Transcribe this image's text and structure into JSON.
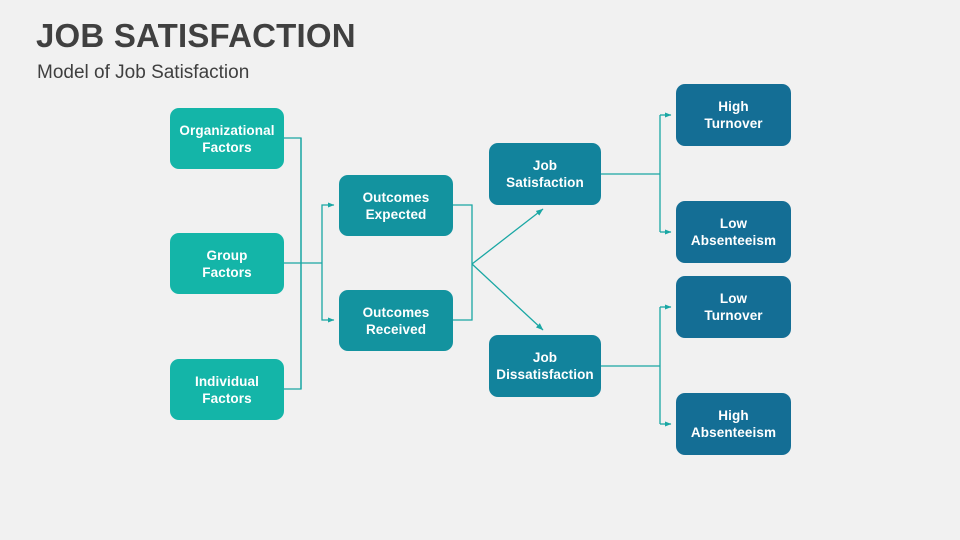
{
  "slide": {
    "title": "JOB SATISFACTION",
    "subtitle": "Model of Job Satisfaction",
    "background_color": "#f1f1f1",
    "title_color": "#404040"
  },
  "palette": {
    "input_teal": "#14b5a8",
    "mid_teal": "#13939f",
    "state_teal": "#12839c",
    "outcome_blue": "#146e95",
    "connector_line": "#1aa7a4"
  },
  "diagram": {
    "type": "flow-diagram",
    "columns": [
      {
        "name": "inputs",
        "nodes": [
          {
            "id": "organizational-factors",
            "label": "Organizational\nFactors",
            "line1": "Organizational",
            "line2": "Factors"
          },
          {
            "id": "group-factors",
            "label": "Group\nFactors",
            "line1": "Group",
            "line2": "Factors"
          },
          {
            "id": "individual-factors",
            "label": "Individual\nFactors",
            "line1": "Individual",
            "line2": "Factors"
          }
        ]
      },
      {
        "name": "outcomes",
        "nodes": [
          {
            "id": "outcomes-expected",
            "label": "Outcomes\nExpected",
            "line1": "Outcomes",
            "line2": "Expected"
          },
          {
            "id": "outcomes-received",
            "label": "Outcomes\nReceived",
            "line1": "Outcomes",
            "line2": "Received"
          }
        ]
      },
      {
        "name": "states",
        "nodes": [
          {
            "id": "job-satisfaction",
            "label": "Job\nSatisfaction",
            "line1": "Job",
            "line2": "Satisfaction"
          },
          {
            "id": "job-dissatisfaction",
            "label": "Job\nDissatisfaction",
            "line1": "Job",
            "line2": "Dissatisfaction"
          }
        ]
      },
      {
        "name": "results",
        "nodes": [
          {
            "id": "high-turnover",
            "label": "High\nTurnover",
            "line1": "High",
            "line2": "Turnover"
          },
          {
            "id": "low-absenteeism",
            "label": "Low\nAbsenteeism",
            "line1": "Low",
            "line2": "Absenteeism"
          },
          {
            "id": "low-turnover",
            "label": "Low\nTurnover",
            "line1": "Low",
            "line2": "Turnover"
          },
          {
            "id": "high-absenteeism",
            "label": "High\nAbsenteeism",
            "line1": "High",
            "line2": "Absenteeism"
          }
        ]
      }
    ],
    "edges": [
      {
        "from": "organizational-factors",
        "to": "outcomes-expected"
      },
      {
        "from": "organizational-factors",
        "to": "outcomes-received"
      },
      {
        "from": "group-factors",
        "to": "outcomes-expected"
      },
      {
        "from": "group-factors",
        "to": "outcomes-received"
      },
      {
        "from": "individual-factors",
        "to": "outcomes-expected"
      },
      {
        "from": "individual-factors",
        "to": "outcomes-received"
      },
      {
        "from": "outcomes-expected",
        "to": "job-satisfaction"
      },
      {
        "from": "outcomes-expected",
        "to": "job-dissatisfaction"
      },
      {
        "from": "outcomes-received",
        "to": "job-satisfaction"
      },
      {
        "from": "outcomes-received",
        "to": "job-dissatisfaction"
      },
      {
        "from": "job-satisfaction",
        "to": "high-turnover"
      },
      {
        "from": "job-satisfaction",
        "to": "low-absenteeism"
      },
      {
        "from": "job-dissatisfaction",
        "to": "low-turnover"
      },
      {
        "from": "job-dissatisfaction",
        "to": "high-absenteeism"
      }
    ]
  }
}
